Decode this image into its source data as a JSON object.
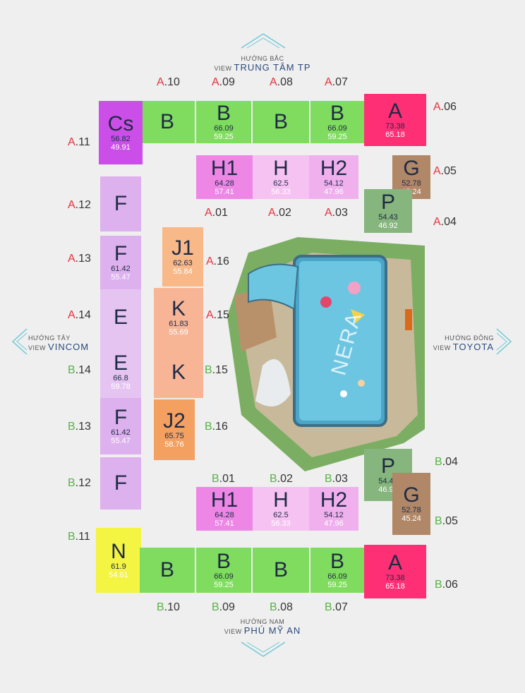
{
  "directions": {
    "north": {
      "line1": "HƯỚNG BẮC",
      "line2a": "VIEW",
      "line2b": "TRUNG TÂM TP"
    },
    "south": {
      "line1": "HƯỚNG NAM",
      "line2a": "VIEW",
      "line2b": "PHÚ MỸ AN"
    },
    "west": {
      "line1": "HƯỚNG TÂY",
      "line2a": "VIEW",
      "line2b": "VINCOM"
    },
    "east": {
      "line1": "HƯỚNG ĐÔNG",
      "line2a": "VIEW",
      "line2b": "TOYOTA"
    }
  },
  "pool_label": "NERA",
  "colors": {
    "B": "#7fdc5e",
    "A": "#ff2f76",
    "Cs": "#cc4ee8",
    "H1": "#ee86e6",
    "H": "#f6c2f2",
    "H2": "#f0b0ee",
    "G": "#b08767",
    "P": "#86b57e",
    "F": "#ddb0ee",
    "E": "#e6c4f2",
    "J1": "#f8b888",
    "K": "#f7b596",
    "J2": "#f4a060",
    "N": "#f4f442"
  },
  "units": {
    "a10": {
      "letter": "B"
    },
    "a09": {
      "letter": "B",
      "a1": "66.09",
      "a2": "59.25"
    },
    "a08": {
      "letter": "B"
    },
    "a07": {
      "letter": "B",
      "a1": "66.09",
      "a2": "59.25"
    },
    "a06": {
      "letter": "A",
      "a1": "73.38",
      "a2": "65.18"
    },
    "a11": {
      "letter": "Cs",
      "a1": "56.82",
      "a2": "49.91"
    },
    "a01": {
      "letter": "H1",
      "a1": "64.28",
      "a2": "57.41"
    },
    "a02": {
      "letter": "H",
      "a1": "62.5",
      "a2": "56.33"
    },
    "a03": {
      "letter": "H2",
      "a1": "54.12",
      "a2": "47.96"
    },
    "a05": {
      "letter": "G",
      "a1": "52.78",
      "a2": "45.24"
    },
    "a04": {
      "letter": "P",
      "a1": "54.43",
      "a2": "46.92"
    },
    "a12": {
      "letter": "F"
    },
    "a13": {
      "letter": "F",
      "a1": "61.42",
      "a2": "55.47"
    },
    "a14": {
      "letter": "E"
    },
    "a16": {
      "letter": "J1",
      "a1": "62.63",
      "a2": "55.84"
    },
    "a15": {
      "letter": "K",
      "a1": "61.83",
      "a2": "55.69"
    },
    "b14": {
      "letter": "E",
      "a1": "66.8",
      "a2": "59.78"
    },
    "b15": {
      "letter": "K"
    },
    "b13": {
      "letter": "F",
      "a1": "61.42",
      "a2": "55.47"
    },
    "b16": {
      "letter": "J2",
      "a1": "65.75",
      "a2": "58.76"
    },
    "b12": {
      "letter": "F"
    },
    "b04": {
      "letter": "P",
      "a1": "54.43",
      "a2": "46.92"
    },
    "b05": {
      "letter": "G",
      "a1": "52.78",
      "a2": "45.24"
    },
    "b01": {
      "letter": "H1",
      "a1": "64.28",
      "a2": "57.41"
    },
    "b02": {
      "letter": "H",
      "a1": "62.5",
      "a2": "56.33"
    },
    "b03": {
      "letter": "H2",
      "a1": "54.12",
      "a2": "47.96"
    },
    "b11": {
      "letter": "N",
      "a1": "61.9",
      "a2": "54.61"
    },
    "b10": {
      "letter": "B"
    },
    "b09": {
      "letter": "B",
      "a1": "66.09",
      "a2": "59.25"
    },
    "b08": {
      "letter": "B"
    },
    "b07": {
      "letter": "B",
      "a1": "66.09",
      "a2": "59.25"
    },
    "b06": {
      "letter": "A",
      "a1": "73.38",
      "a2": "65.18"
    }
  },
  "labels": {
    "a10": {
      "p": "A",
      "n": ".10"
    },
    "a09": {
      "p": "A",
      "n": ".09"
    },
    "a08": {
      "p": "A",
      "n": ".08"
    },
    "a07": {
      "p": "A",
      "n": ".07"
    },
    "a06": {
      "p": "A",
      "n": ".06"
    },
    "a11": {
      "p": "A",
      "n": ".11"
    },
    "a05": {
      "p": "A",
      "n": ".05"
    },
    "a04": {
      "p": "A",
      "n": ".04"
    },
    "a01": {
      "p": "A",
      "n": ".01"
    },
    "a02": {
      "p": "A",
      "n": ".02"
    },
    "a03": {
      "p": "A",
      "n": ".03"
    },
    "a12": {
      "p": "A",
      "n": ".12"
    },
    "a13": {
      "p": "A",
      "n": ".13"
    },
    "a14": {
      "p": "A",
      "n": ".14"
    },
    "a16": {
      "p": "A",
      "n": ".16"
    },
    "a15": {
      "p": "A",
      "n": ".15"
    },
    "b14": {
      "p": "B",
      "n": ".14"
    },
    "b15": {
      "p": "B",
      "n": ".15"
    },
    "b13": {
      "p": "B",
      "n": ".13"
    },
    "b16": {
      "p": "B",
      "n": ".16"
    },
    "b12": {
      "p": "B",
      "n": ".12"
    },
    "b04": {
      "p": "B",
      "n": ".04"
    },
    "b05": {
      "p": "B",
      "n": ".05"
    },
    "b01": {
      "p": "B",
      "n": ".01"
    },
    "b02": {
      "p": "B",
      "n": ".02"
    },
    "b03": {
      "p": "B",
      "n": ".03"
    },
    "b11": {
      "p": "B",
      "n": ".11"
    },
    "b10": {
      "p": "B",
      "n": ".10"
    },
    "b09": {
      "p": "B",
      "n": ".09"
    },
    "b08": {
      "p": "B",
      "n": ".08"
    },
    "b07": {
      "p": "B",
      "n": ".07"
    },
    "b06": {
      "p": "B",
      "n": ".06"
    }
  }
}
